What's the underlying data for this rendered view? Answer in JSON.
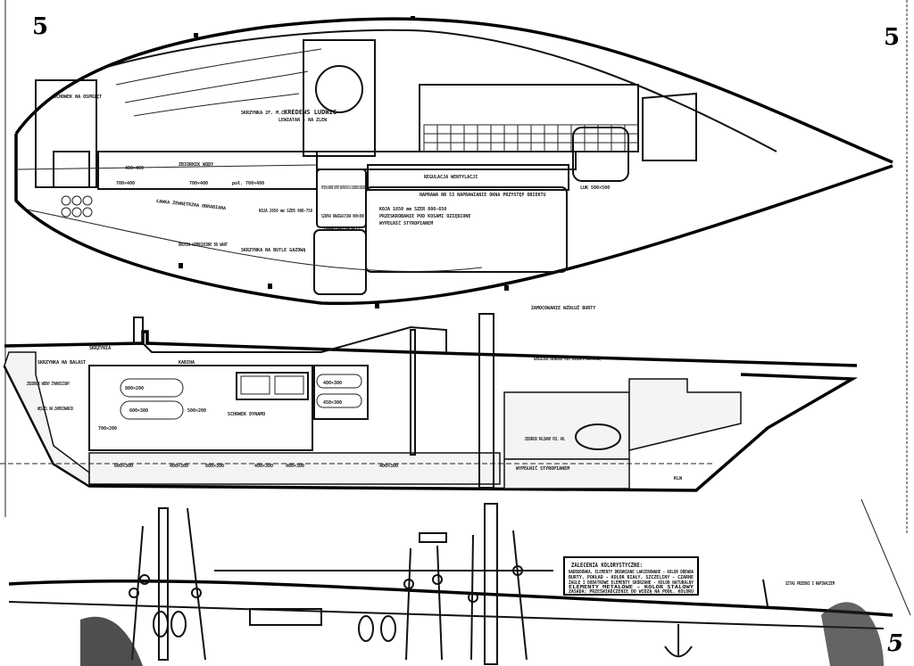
{
  "sheet": {
    "page_number_left": "5",
    "page_number_right": "5",
    "page_number_bottom": "5"
  },
  "plan_view": {
    "labels": {
      "kredens": "KREDENS LUDWIG",
      "kredens_sub": "LEWIATAN + NA ZLEW",
      "box_sub": "SKRZYNKA 2F. M.C.",
      "luk": "LUK 500×500",
      "wystepy": "WYSTĘPUJĄ NARAŻONE ELEMENTY KONSTRUKCYJNE ZA ZGŁOSZENIEM ZAZNACZONE",
      "koja_right": "KOJA 1850 mm SZER 800-650",
      "koja_right_2": "PRZESKROBANIE POD KOSAMI OZIĘBIONE",
      "koja_right_3": "WYPEŁNIĆ STYROPIANEM",
      "koja_right_top": "NAPRAWA NR 53 NAPRAWIANIE OKNA PRZYSTĘP OBIEKTU",
      "szafka": "SZAFKA NAWIGACYJNA 900×300",
      "szafka_2": "(NAWIGATORSKI)",
      "koja_left": "KOJA 2050 mm SZER 900-750",
      "skrzynka_left": "SKRZYNKA NA BUTLE GAZOWĄ",
      "ventilation": "REGULACJA WENTYLACJI",
      "wymiar_1": "700×400",
      "wymiar_2": "poł. 700×400",
      "wymiar_3": "700×400",
      "wymiar_4": "400×400",
      "zbiornik": "ZBIORNIK WODY",
      "okucia": "OKUCIA WZMOCNIONE DO WANT",
      "stern_note": "SCHOWEK NA OSPRZĘT",
      "keel_note": "ZAMOCOWANIE WZDŁUŻ BURTY",
      "deck_note": "ŁAWKA ZEWNĘTRZNA OBRABIANA"
    }
  },
  "profile_view": {
    "labels": {
      "skrzyn_1": "SKRZYNIA",
      "cabin_1": "KABINA",
      "bunk_a": "800×200",
      "bunk_b": "600×300",
      "bunk_c": "700×200",
      "bunk_d": "500×200",
      "bunk_e": "SCHOWEK DYNAMO",
      "bunk_f": "400×300",
      "bunk_g": "450×300",
      "bottom_1": "600×300",
      "bottom_2": "400×300",
      "bottom_3": "800×300",
      "bottom_4": "400×300",
      "bottom_5": "400×300",
      "bottom_6": "400×300",
      "nalot": "WZMOCNIENIE DREWNIANE PŁOZY SKLEJKA Z KONSTRUKCJĄ",
      "zbiornik": "ZBIORNIK PALIWOWY POJ. 40L",
      "wypelnic": "WYPEŁNIĆ STYROPIANEM",
      "left_note": "SKRZYNKA NA BALAST",
      "left_note_2": "ZBIORNIK WODNY ŻYWNOŚCIOWY",
      "left_note_3": "WĘGIEL NA ZAMOCOWANIU",
      "wl": "KLW"
    }
  },
  "legend_box": {
    "title": "ZALECENIA KOLORYSTYCZNE:",
    "line_1": "NADBUDÓWKA, ELEMENTY DREWNIANE LAKIEROWANE - KOLOR DREWNA",
    "line_2": "BURTY, POKŁAD - KOLOR BIAŁY, SZCZELINY - CZARNE",
    "line_3": "ŻAGLE I DODATKOWE ELEMENTY SKÓRZANE - KOLOR NATURALNY",
    "line_4": "ELEMENTY METALOWE - KOLOR STALOWY",
    "line_5": "ZASADA: PRZEŚWIADCZENIE DO WIDZĄ NA PODŁ. KOLORU"
  },
  "rigging_view": {
    "labels": {
      "bow_note": "SZTAG PRZEDNI Z NAPINACZEM"
    }
  }
}
